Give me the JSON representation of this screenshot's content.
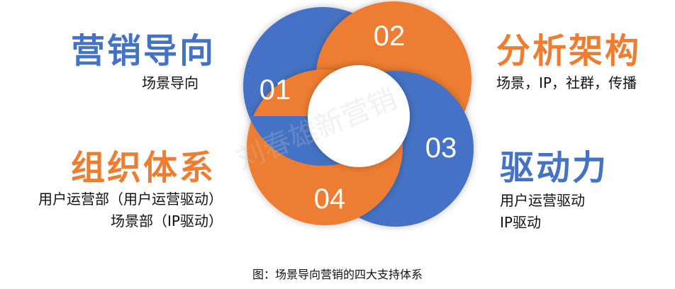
{
  "colors": {
    "blue": "#4472C4",
    "orange": "#ED7D31"
  },
  "segments": [
    {
      "number": "01",
      "title": "营销导向",
      "lines": [
        "场景导向"
      ],
      "color": "blue"
    },
    {
      "number": "02",
      "title": "分析架构",
      "lines": [
        "场景，IP，社群，传播"
      ],
      "color": "orange"
    },
    {
      "number": "03",
      "title": "驱动力",
      "lines": [
        "用户运营驱动",
        "IP驱动"
      ],
      "color": "blue"
    },
    {
      "number": "04",
      "title": "组织体系",
      "lines": [
        "用户运营部（用户运营驱动）",
        "场景部（IP驱动）"
      ],
      "color": "orange"
    }
  ],
  "watermark": "刘春雄新营销",
  "caption": "图：场景导向营销的四大支持体系"
}
